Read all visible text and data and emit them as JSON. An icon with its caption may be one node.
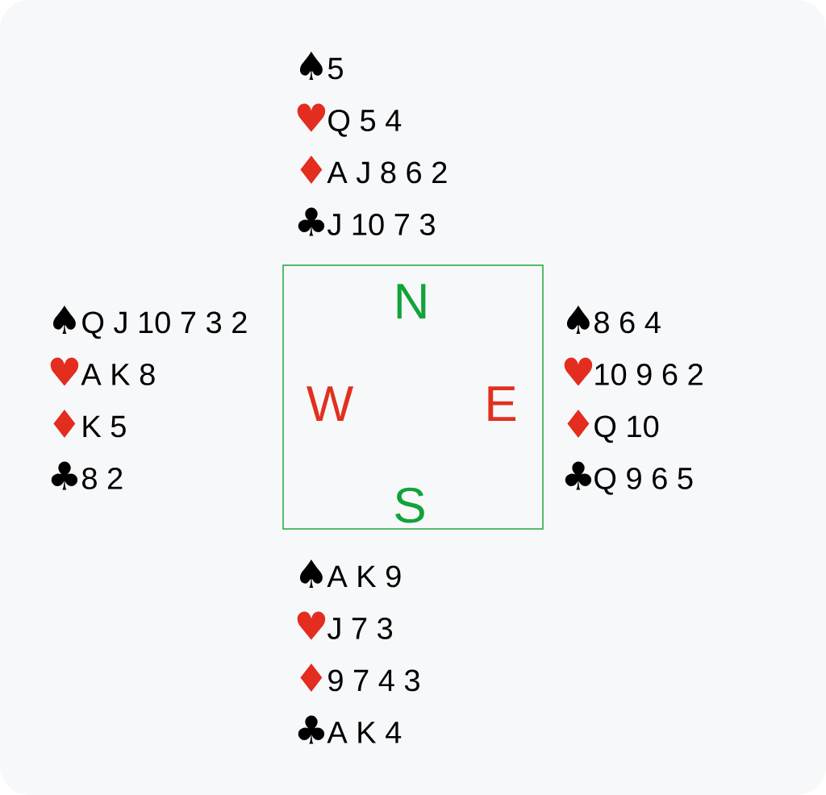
{
  "diagram": {
    "nodes": [
      {
        "text": [
          "N",
          "W",
          "E",
          "S"
        ]
      }
    ],
    "labels": [
      "♠",
      "5",
      "♥",
      "Q 5 4",
      "♦",
      "A J 8 6 2",
      "♣",
      "J 10 7 3",
      "♠",
      "Q J 10 7 3 2",
      "♥",
      "A K 8",
      "♦",
      "K 5",
      "♣",
      "8 2",
      "♠",
      "8 6 4",
      "♥",
      "10 9 6 2",
      "♦",
      "Q 10",
      "♣",
      "Q 9 6 5",
      "♠",
      "A K 9",
      "♥",
      "J 7 3",
      "♦",
      "9 7 4 3",
      "♣",
      "A K 4"
    ]
  }
}
